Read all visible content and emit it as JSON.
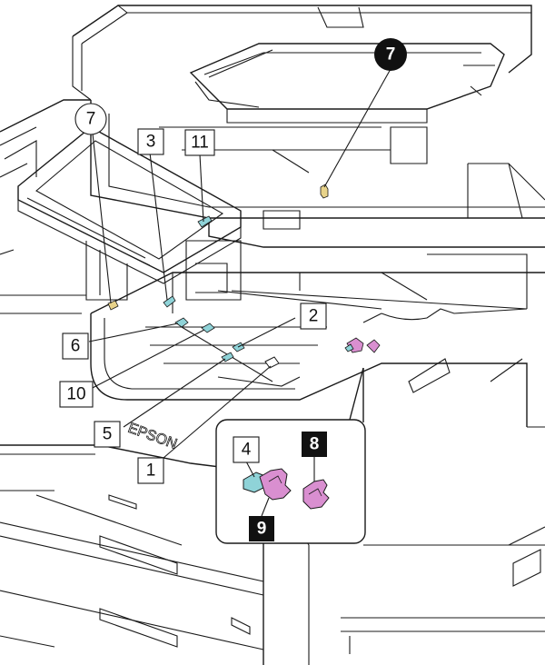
{
  "callouts": {
    "c1": "1",
    "c2": "2",
    "c3": "3",
    "c4": "4",
    "c5": "5",
    "c6": "6",
    "c7_left": "7",
    "c7_right": "7",
    "c8": "8",
    "c9": "9",
    "c10": "10",
    "c11": "11"
  },
  "brand_mark": "EPSON",
  "colors": {
    "outline": "#1a1a1a",
    "cyan_part": "#8fd3d8",
    "pink_part": "#d98fd0",
    "yellow_part": "#e8d38a",
    "callout_black": "#111111",
    "callout_white": "#ffffff"
  }
}
